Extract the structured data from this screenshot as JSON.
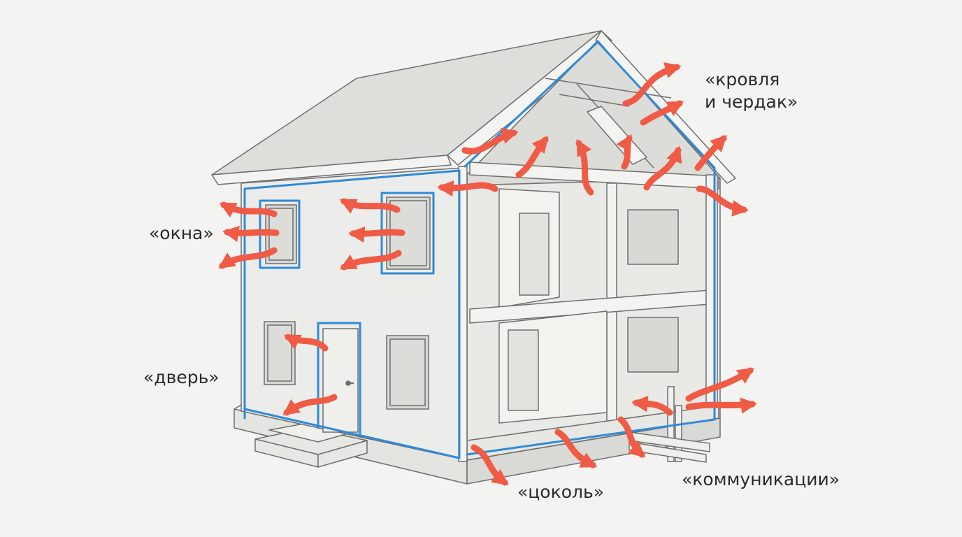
{
  "labels": {
    "roof_line1": "«кровля",
    "roof_line2": "и чердак»",
    "windows": "«окна»",
    "door": "«дверь»",
    "plinth": "«цоколь»",
    "utilities": "«коммуникации»"
  },
  "colors": {
    "background": "#f3f3f1",
    "wall": "#ececea",
    "wall_light": "#f6f6f4",
    "outline": "#6f6f6f",
    "insulation_line": "#2f8ad8",
    "heat_arrow": "#ef5b45",
    "text": "#2b2b2b"
  }
}
